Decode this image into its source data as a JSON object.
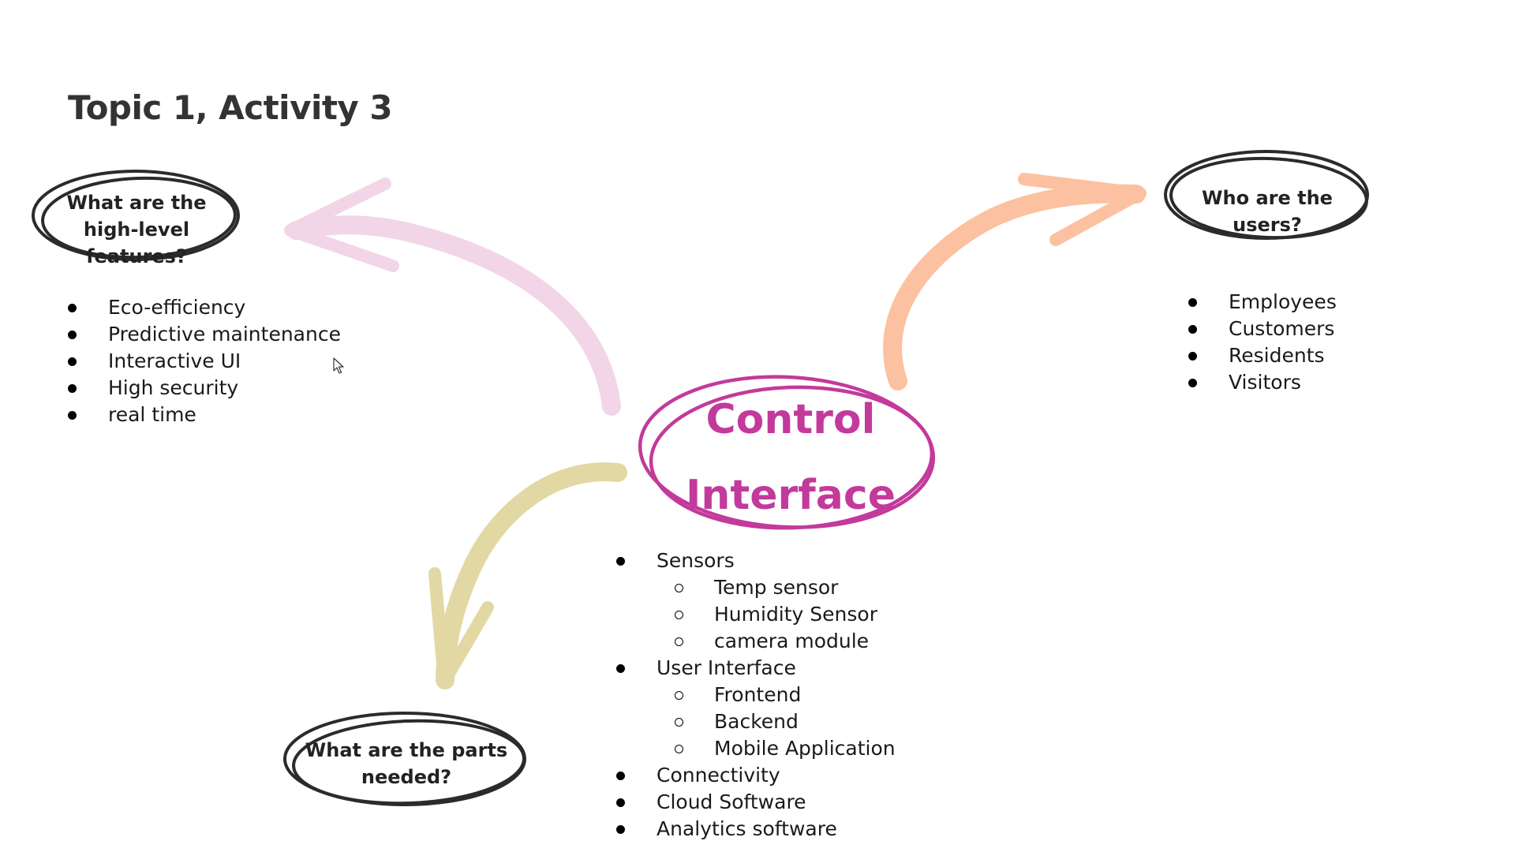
{
  "title": "Topic 1, Activity 3",
  "center": {
    "line1": "Control",
    "line2": "Interface",
    "color": "#c23a9b"
  },
  "bubbles": {
    "features": {
      "line1": "What are the",
      "line2": "high-level features?"
    },
    "users": {
      "text": "Who are the users?"
    },
    "parts": {
      "line1": "What are the parts",
      "line2": "needed?"
    }
  },
  "features_list": [
    "Eco-efficiency",
    "Predictive maintenance",
    "Interactive UI",
    "High security",
    "real time"
  ],
  "users_list": [
    "Employees",
    "Customers",
    "Residents",
    "Visitors"
  ],
  "parts_list": {
    "sensors": "Sensors",
    "temp_sensor": "Temp sensor",
    "humidity_sensor": "Humidity Sensor",
    "camera_module": "camera module",
    "user_interface": "User Interface",
    "frontend": "Frontend",
    "backend": "Backend",
    "mobile_app": "Mobile Application",
    "connectivity": "Connectivity",
    "cloud_software": "Cloud Software",
    "analytics_software": "Analytics software"
  },
  "arrow_colors": {
    "features": "#f2d6e8",
    "users": "#fcc1a0",
    "parts": "#e2d8a4"
  }
}
